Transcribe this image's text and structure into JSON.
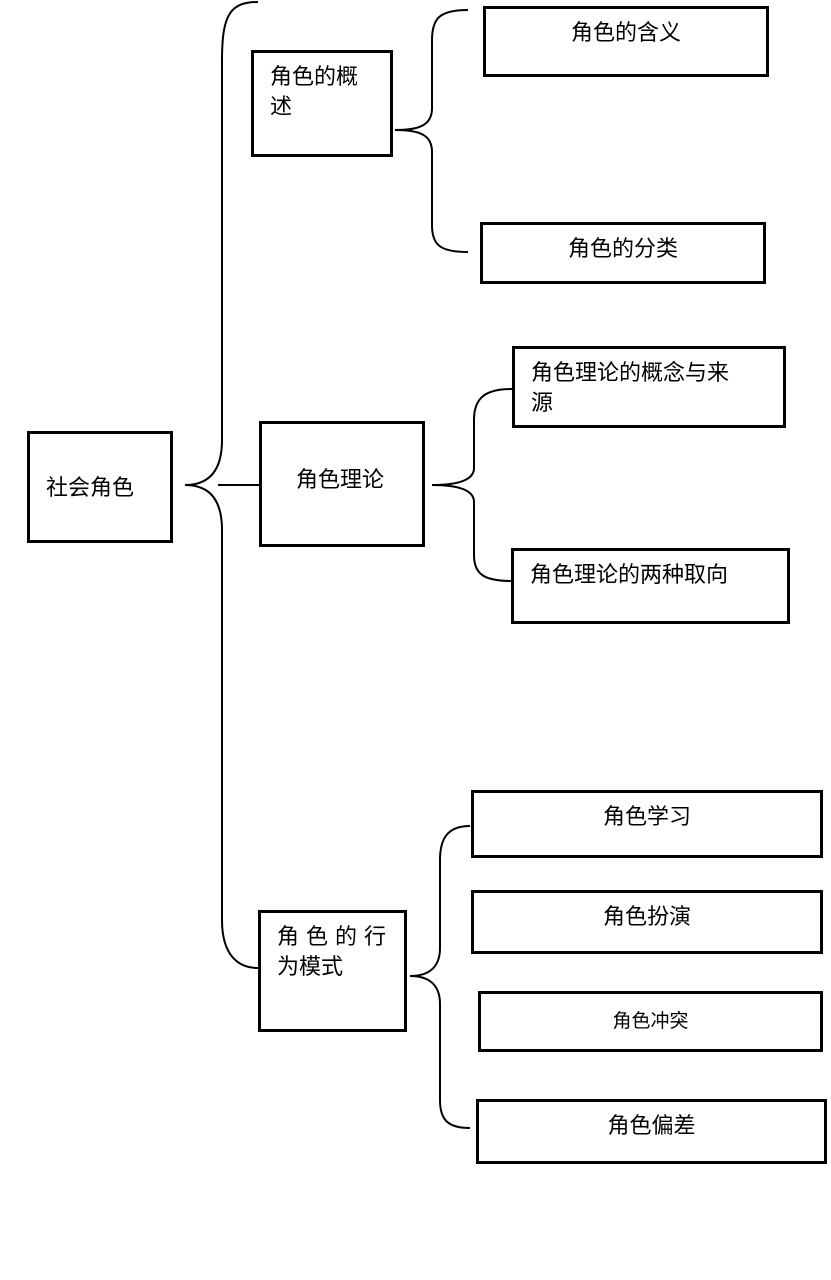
{
  "root": {
    "label": "社会角色"
  },
  "branches": [
    {
      "label": "角色的概\n述",
      "children": [
        "角色的含义",
        "角色的分类"
      ]
    },
    {
      "label": "角色理论",
      "children": [
        "角色理论的概念与来\n源",
        "角色理论的两种取向"
      ]
    },
    {
      "label": "角 色 的 行\n为模式",
      "children": [
        "角色学习",
        "角色扮演",
        "角色冲突",
        "角色偏差"
      ]
    }
  ],
  "style": {
    "line_color": "#000000",
    "box_fill": "#ffffff"
  }
}
